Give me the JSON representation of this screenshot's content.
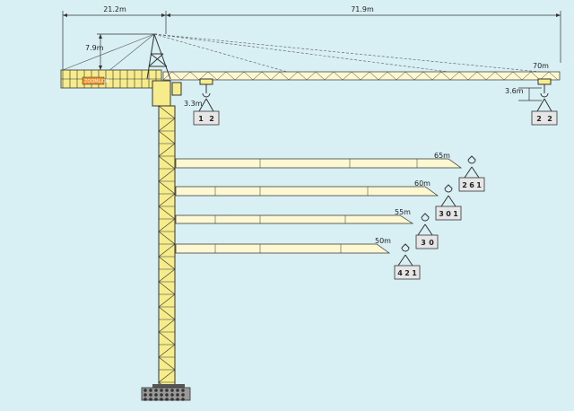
{
  "colors": {
    "background": "#d8f0f4",
    "steel": "#222222",
    "mast_yellow": "#f6ec8c",
    "jib_fill": "#fdf8d2",
    "cab_orange": "#f09020",
    "weight_box": "#e6e6e6"
  },
  "dimensions": {
    "counter_jib": "21.2m",
    "jib": "71.9m",
    "top_height": "7.9m",
    "tip_hook": "3.6m",
    "near_hook": "3.3m"
  },
  "cab_label": "ZOOMLION",
  "hooks": [
    {
      "label": "70m",
      "weights": [
        "2",
        "2"
      ]
    },
    {
      "label": "",
      "weights": [
        "1",
        "2"
      ]
    }
  ],
  "jib_options": [
    {
      "label": "65m",
      "weights": [
        "2",
        "6",
        "1"
      ]
    },
    {
      "label": "60m",
      "weights": [
        "3",
        "0",
        "1"
      ]
    },
    {
      "label": "55m",
      "weights": [
        "3",
        "0"
      ]
    },
    {
      "label": "50m",
      "weights": [
        "4",
        "2",
        "1"
      ]
    }
  ]
}
